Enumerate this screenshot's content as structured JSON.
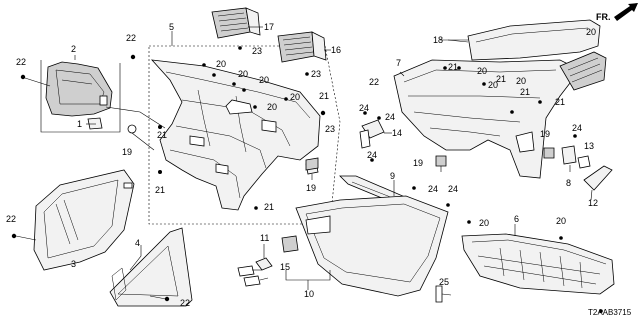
{
  "direction_label": "FR.",
  "diagram_code": "T2AAB3715",
  "callouts": {
    "c1": "1",
    "c2": "2",
    "c3": "3",
    "c4": "4",
    "c5": "5",
    "c6": "6",
    "c7": "7",
    "c8": "8",
    "c9": "9",
    "c10": "10",
    "c11": "11",
    "c12": "12",
    "c13": "13",
    "c14": "14",
    "c15": "15",
    "c16": "16",
    "c17": "17",
    "c18": "18",
    "c19a": "19",
    "c19b": "19",
    "c19c": "19",
    "c20a": "20",
    "c20b": "20",
    "c20c": "20",
    "c20d": "20",
    "c20e": "20",
    "c20f": "20",
    "c20g": "20",
    "c20h": "20",
    "c20i": "20",
    "c20j": "20",
    "c20k": "20",
    "c21a": "21",
    "c21b": "21",
    "c21c": "21",
    "c21d": "21",
    "c21e": "21",
    "c21f": "21",
    "c21g": "21",
    "c21h": "21",
    "c22a": "22",
    "c22b": "22",
    "c22c": "22",
    "c22d": "22",
    "c22e": "22",
    "c23a": "23",
    "c23b": "23",
    "c23c": "23",
    "c24a": "24",
    "c24b": "24",
    "c24c": "24",
    "c24d": "24",
    "c24e": "24",
    "c25": "25"
  }
}
